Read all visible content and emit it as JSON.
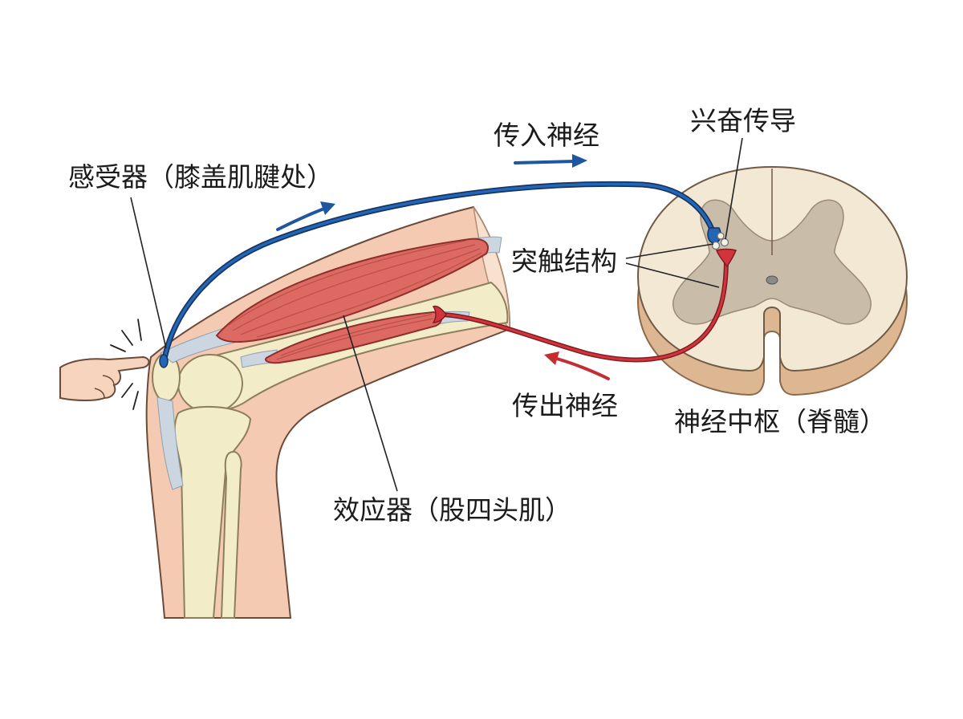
{
  "labels": {
    "receptor": "感受器（膝盖肌腱处）",
    "afferent": "传入神经",
    "conduction": "兴奋传导",
    "synapse": "突触结构",
    "efferent": "传出神经",
    "center": "神经中枢（脊髓）",
    "effector": "效应器（股四头肌）"
  },
  "colors": {
    "afferent_nerve": "#2366B5",
    "efferent_nerve": "#D2343B",
    "skin": "#F4CBB2",
    "muscle": "#DC6A62",
    "bone": "#F2ECC8",
    "tendon": "#CCD6E0",
    "spinal_white_matter": "#F3E8D3",
    "spinal_gray_matter": "#C9BCA9",
    "spinal_side": "#DDB792"
  }
}
